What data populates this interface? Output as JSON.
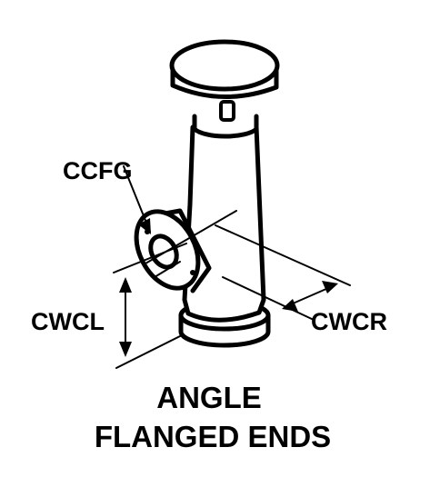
{
  "labels": {
    "ccfg": "CCFG",
    "cwcl": "CWCL",
    "cwcr": "CWCR"
  },
  "caption": {
    "line1": "ANGLE",
    "line2": "FLANGED ENDS"
  },
  "colors": {
    "ink": "#000000",
    "paper": "#ffffff"
  }
}
